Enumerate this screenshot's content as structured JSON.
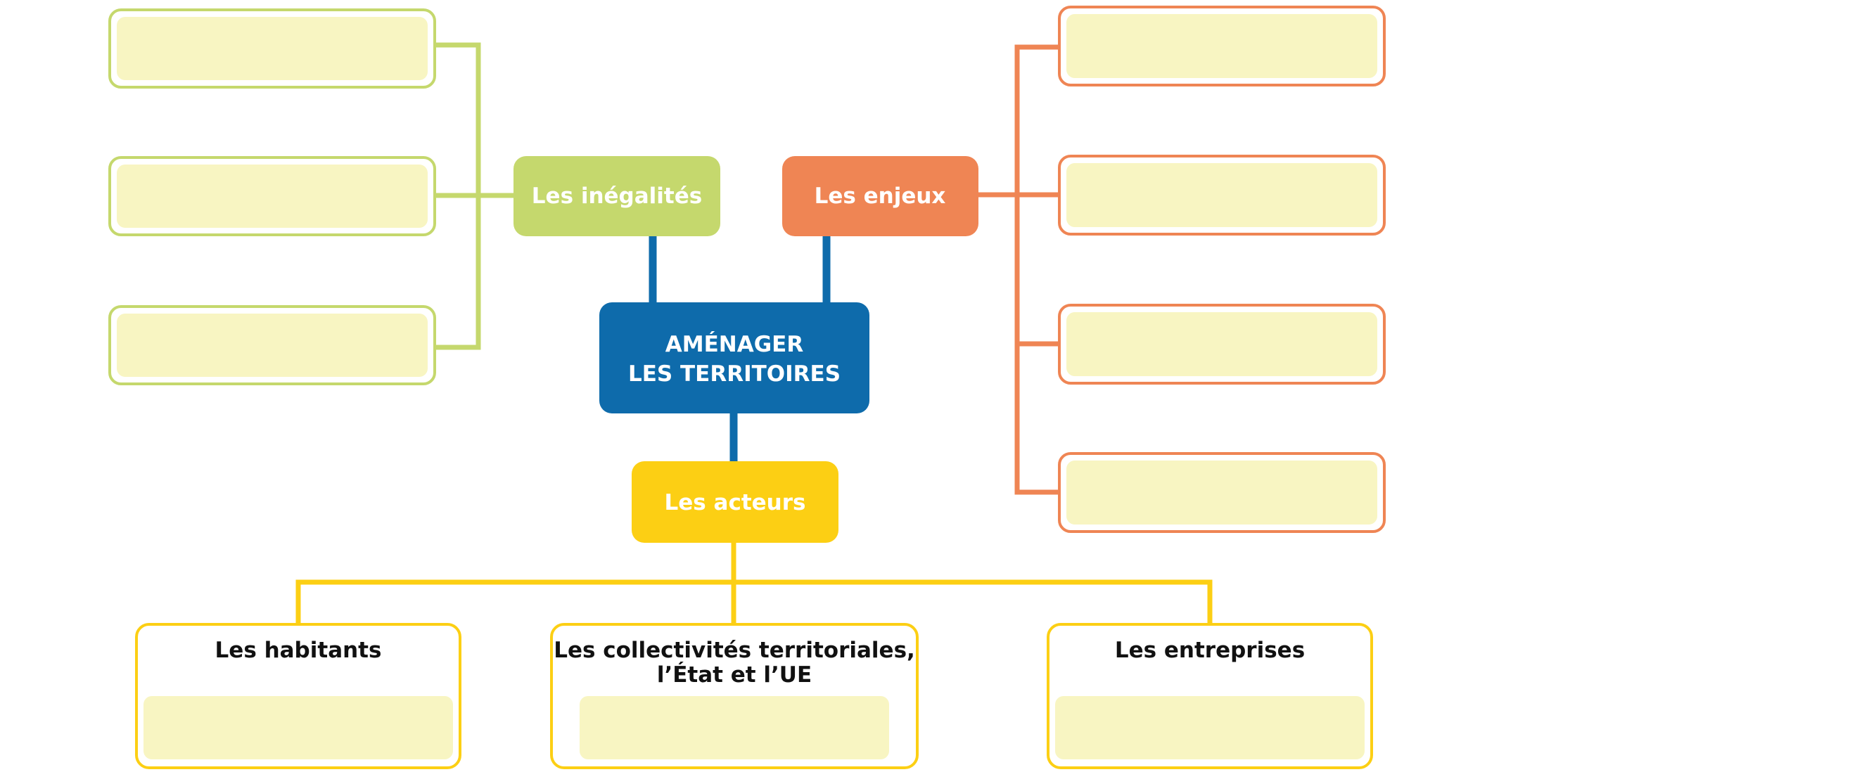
{
  "colors": {
    "central": "#0e6bab",
    "inegalites": "#c5d86d",
    "enjeux": "#ef8554",
    "acteurs": "#fccf14",
    "answer_fill": "#f8f5c2",
    "background": "#ffffff"
  },
  "central": {
    "line1": "AMÉNAGER",
    "line2": "LES TERRITOIRES"
  },
  "branches": {
    "inegalites": {
      "label": "Les inégalités",
      "slots": 3
    },
    "enjeux": {
      "label": "Les enjeux",
      "slots": 4
    },
    "acteurs": {
      "label": "Les acteurs",
      "children": [
        {
          "line1": "Les habitants"
        },
        {
          "line1": "Les collectivités territoriales,",
          "line2": "l’État et l’UE"
        },
        {
          "line1": "Les entreprises"
        }
      ]
    }
  }
}
